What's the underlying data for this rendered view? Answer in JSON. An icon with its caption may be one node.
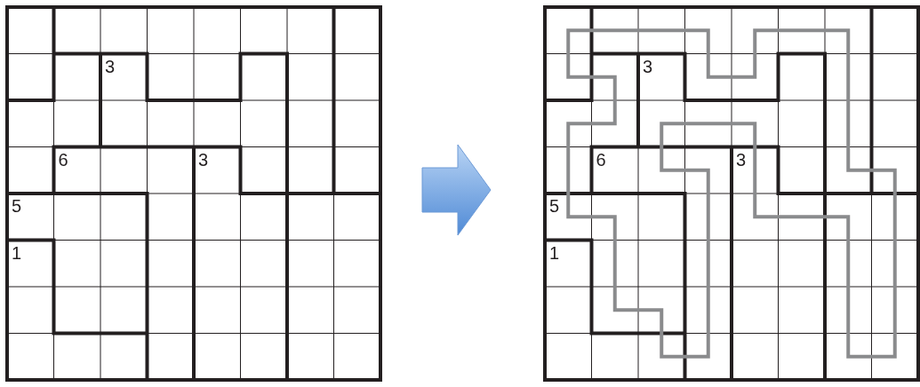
{
  "diagram": {
    "nodes": [
      {
        "text": [
          "3",
          "6",
          "3",
          "5",
          "1"
        ]
      },
      {
        "text": [
          "3",
          "6",
          "3",
          "5",
          "1"
        ]
      }
    ],
    "edges": [
      {
        "from": 0,
        "to": 1,
        "arrow": "to"
      }
    ]
  }
}
